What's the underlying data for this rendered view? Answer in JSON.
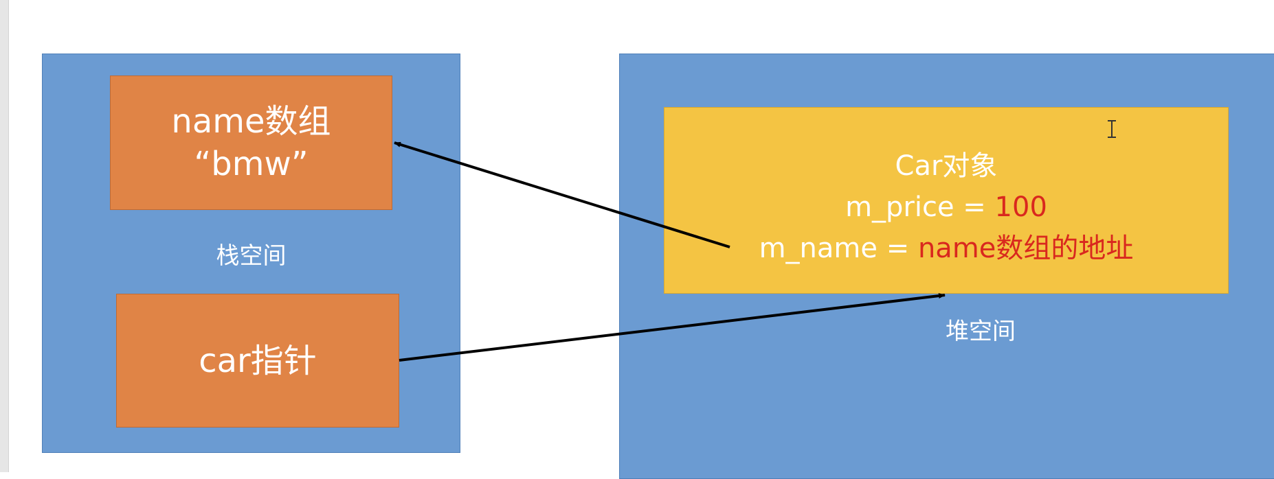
{
  "stack": {
    "label": "栈空间",
    "name_array": {
      "line1": "name数组",
      "line2": "“bmw”"
    },
    "car_pointer": "car指针"
  },
  "heap": {
    "label": "堆空间",
    "car_object": {
      "title": "Car对象",
      "price_key": "m_price = ",
      "price_value": "100",
      "name_key": "m_name = ",
      "name_value": "name数组的地址"
    }
  },
  "colors": {
    "panel": "#6b9bd2",
    "orange_box": "#e08446",
    "yellow_box": "#f4c443",
    "highlight_red": "#d9281e",
    "arrow": "#000000"
  },
  "icons": [
    "text-cursor-icon"
  ]
}
